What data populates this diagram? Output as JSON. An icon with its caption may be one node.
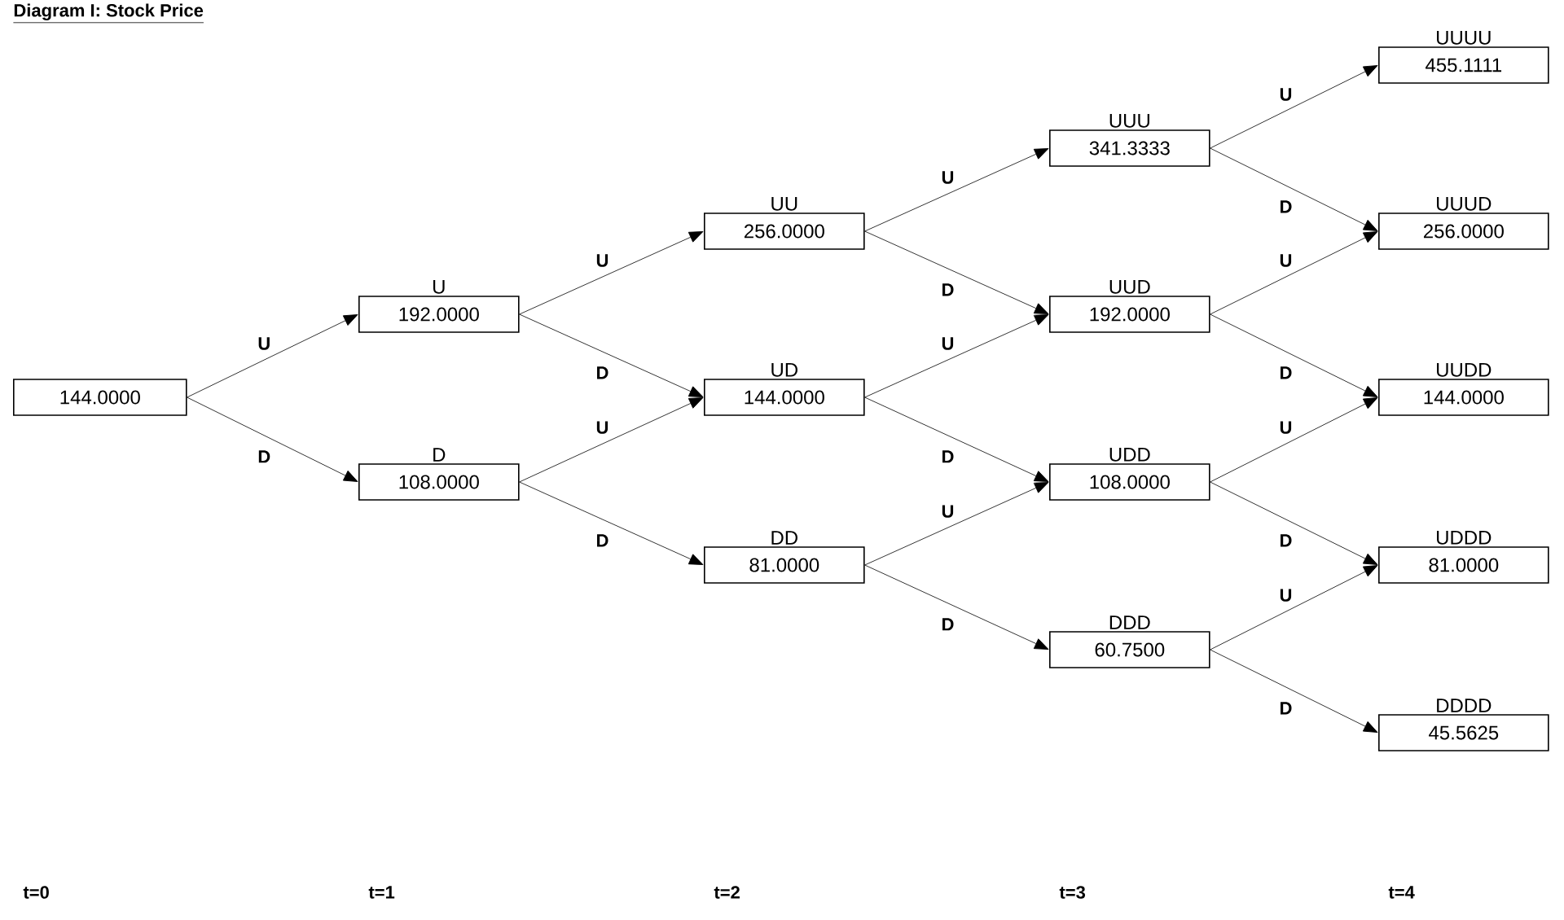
{
  "diagram": {
    "title": "Diagram I: Stock Price",
    "nodes": [
      {
        "text": [
          "144.0000"
        ]
      },
      {
        "text": [
          "U",
          "192.0000"
        ]
      },
      {
        "text": [
          "D",
          "108.0000"
        ]
      },
      {
        "text": [
          "UU",
          "256.0000"
        ]
      },
      {
        "text": [
          "UD",
          "144.0000"
        ]
      },
      {
        "text": [
          "DD",
          "81.0000"
        ]
      },
      {
        "text": [
          "UUU",
          "341.3333"
        ]
      },
      {
        "text": [
          "UUD",
          "192.0000"
        ]
      },
      {
        "text": [
          "UDD",
          "108.0000"
        ]
      },
      {
        "text": [
          "DDD",
          "60.7500"
        ]
      },
      {
        "text": [
          "UUUU",
          "455.1111"
        ]
      },
      {
        "text": [
          "UUUD",
          "256.0000"
        ]
      },
      {
        "text": [
          "UUDD",
          "144.0000"
        ]
      },
      {
        "text": [
          "UDDD",
          "81.0000"
        ]
      },
      {
        "text": [
          "DDDD",
          "45.5625"
        ]
      }
    ],
    "edges": [
      {
        "from": 0,
        "to": 1,
        "arrow": "to",
        "label": "U"
      },
      {
        "from": 0,
        "to": 2,
        "arrow": "to",
        "label": "D"
      },
      {
        "from": 1,
        "to": 3,
        "arrow": "to",
        "label": "U"
      },
      {
        "from": 1,
        "to": 4,
        "arrow": "to",
        "label": "D"
      },
      {
        "from": 2,
        "to": 4,
        "arrow": "to",
        "label": "U"
      },
      {
        "from": 2,
        "to": 5,
        "arrow": "to",
        "label": "D"
      },
      {
        "from": 3,
        "to": 6,
        "arrow": "to",
        "label": "U"
      },
      {
        "from": 3,
        "to": 7,
        "arrow": "to",
        "label": "D"
      },
      {
        "from": 4,
        "to": 7,
        "arrow": "to",
        "label": "U"
      },
      {
        "from": 4,
        "to": 8,
        "arrow": "to",
        "label": "D"
      },
      {
        "from": 5,
        "to": 8,
        "arrow": "to",
        "label": "U"
      },
      {
        "from": 5,
        "to": 9,
        "arrow": "to",
        "label": "D"
      },
      {
        "from": 6,
        "to": 10,
        "arrow": "to",
        "label": "U"
      },
      {
        "from": 6,
        "to": 11,
        "arrow": "to",
        "label": "D"
      },
      {
        "from": 7,
        "to": 11,
        "arrow": "to",
        "label": "U"
      },
      {
        "from": 7,
        "to": 12,
        "arrow": "to",
        "label": "D"
      },
      {
        "from": 8,
        "to": 12,
        "arrow": "to",
        "label": "U"
      },
      {
        "from": 8,
        "to": 13,
        "arrow": "to",
        "label": "D"
      },
      {
        "from": 9,
        "to": 13,
        "arrow": "to",
        "label": "U"
      },
      {
        "from": 9,
        "to": 14,
        "arrow": "to",
        "label": "D"
      }
    ],
    "labels": [
      "t=0",
      "t=1",
      "t=2",
      "t=3",
      "t=4"
    ]
  }
}
